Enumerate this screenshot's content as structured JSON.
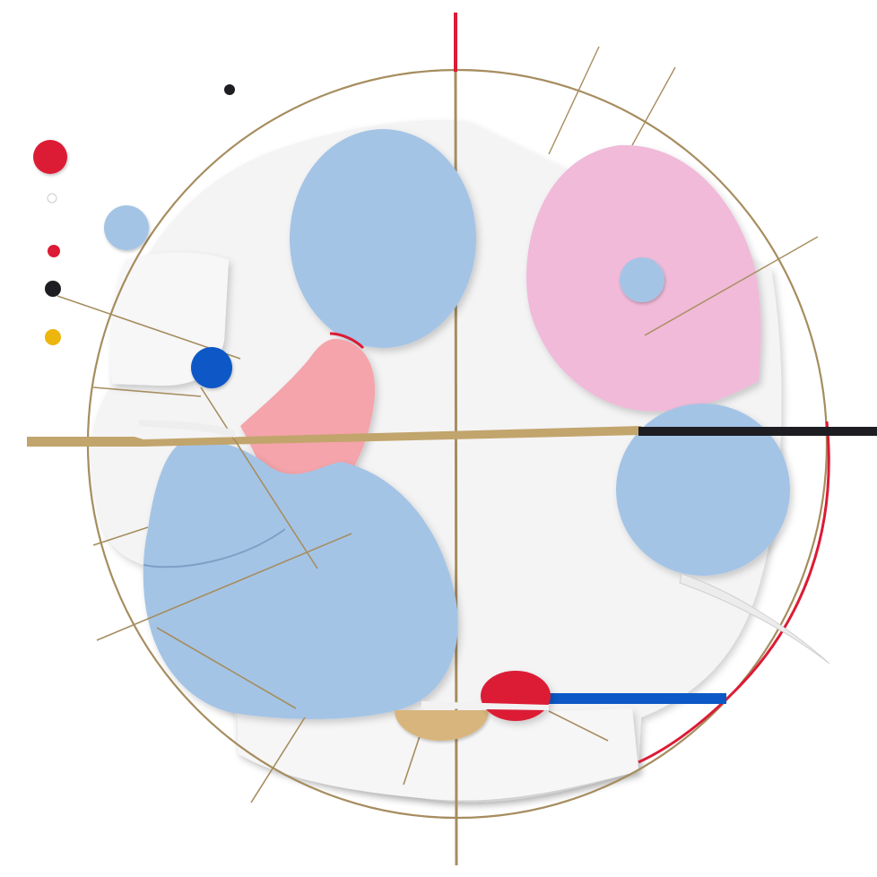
{
  "artwork": {
    "palette": {
      "background": "#ffffff",
      "paper": "#f4f4f5",
      "paper_shadow": "#e3e4e6",
      "light_blue": "#a4c4e6",
      "pink": "#f0bad8",
      "salmon": "#f4a4aa",
      "red": "#dc1b35",
      "blue": "#0c58c6",
      "black": "#1d1d22",
      "gold": "#c2a56c",
      "gold_wire": "#a68d5f",
      "yellow": "#ecb60e",
      "tan": "#d8b57c"
    },
    "motifs": [
      "large-ring",
      "vertical-axis",
      "horizontal-bar",
      "top-blue-oval",
      "pink-teardrop",
      "right-blue-circle",
      "lower-blue-blob",
      "salmon-crescent",
      "red-oval",
      "blue-dot",
      "small-dots-column"
    ]
  }
}
